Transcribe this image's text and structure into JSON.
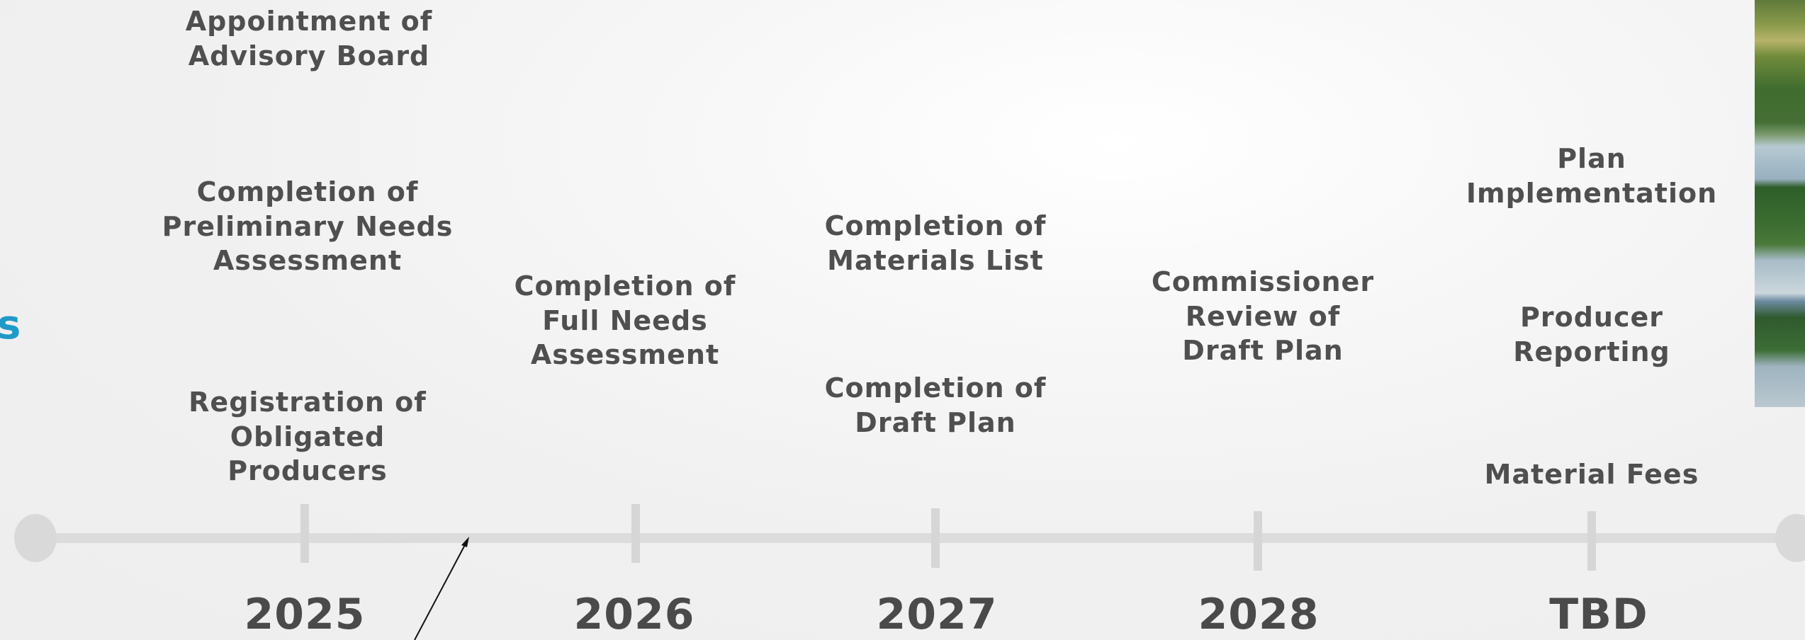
{
  "accent_color": "#1f9ac8",
  "edge_text": "s",
  "timeline": {
    "line_color": "#dcdcdc",
    "years": [
      {
        "label": "2025"
      },
      {
        "label": "2026"
      },
      {
        "label": "2027"
      },
      {
        "label": "2028"
      },
      {
        "label": "TBD"
      }
    ]
  },
  "milestones": {
    "y2025": [
      {
        "text": "Appointment of\nAdvisory Board"
      },
      {
        "text": "Completion of\nPreliminary Needs\nAssessment"
      },
      {
        "text": "Registration of\nObligated\nProducers"
      }
    ],
    "y2026": [
      {
        "text": "Completion of\nFull Needs\nAssessment"
      }
    ],
    "y2027": [
      {
        "text": "Completion of\nMaterials List"
      },
      {
        "text": "Completion of\nDraft Plan"
      }
    ],
    "y2028": [
      {
        "text": "Commissioner\nReview of\nDraft Plan"
      }
    ],
    "tbd": [
      {
        "text": "Plan\nImplementation"
      },
      {
        "text": "Producer\nReporting"
      },
      {
        "text": "Material Fees"
      }
    ]
  }
}
